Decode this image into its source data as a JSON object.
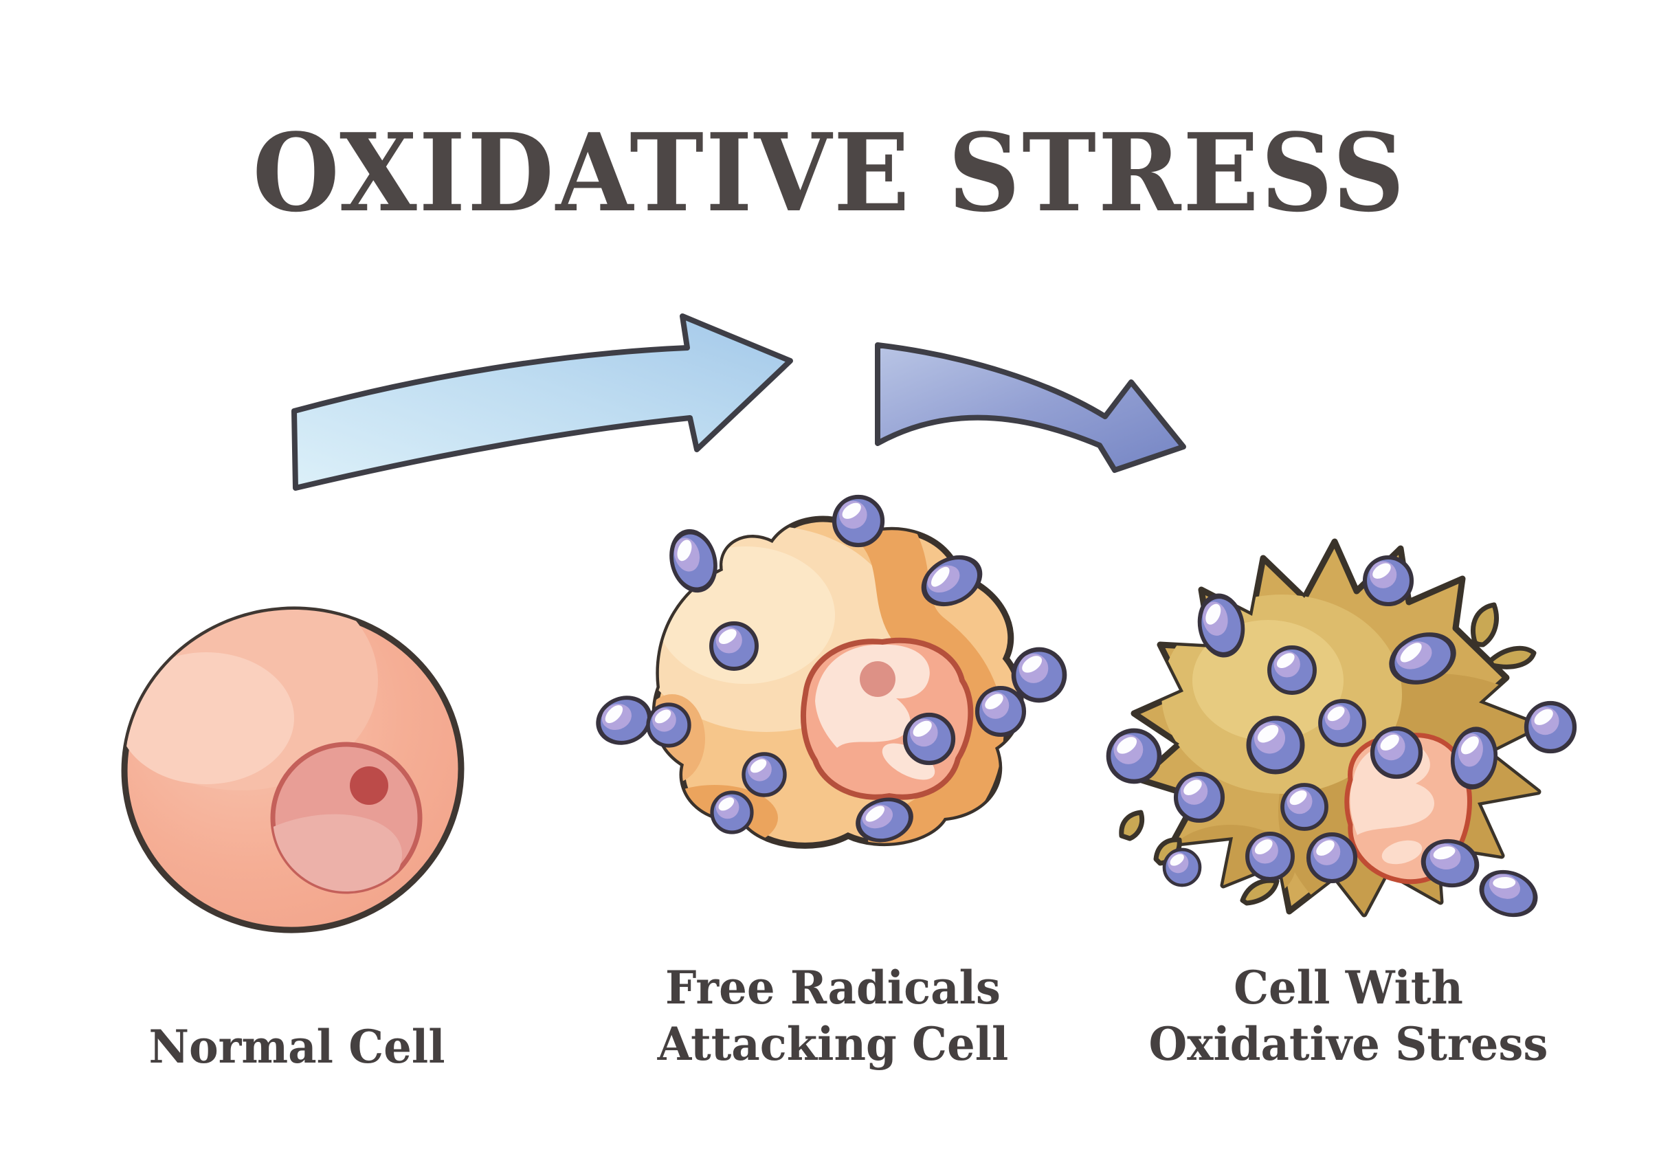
{
  "title": "OXIDATIVE STRESS",
  "stages": [
    {
      "name": "normal-cell",
      "caption_lines": [
        "Normal Cell"
      ]
    },
    {
      "name": "free-radicals-attacking-cell",
      "caption_lines": [
        "Free Radicals",
        "Attacking Cell"
      ]
    },
    {
      "name": "cell-with-oxidative-stress",
      "caption_lines": [
        "Cell With",
        "Oxidative Stress"
      ]
    }
  ],
  "arrows": [
    {
      "name": "normal-to-attacked",
      "direction": "curves-up-right",
      "color_start": "#d9eef8",
      "color_end": "#a3c8e9"
    },
    {
      "name": "attacked-to-stressed",
      "direction": "curves-down-right",
      "color_start": "#b6c2e3",
      "color_end": "#7585c4"
    }
  ],
  "palette": {
    "background": "#ffffff",
    "title_text": "#4d4746",
    "caption_text": "#454040",
    "outline": "#3a332d",
    "normal_cell_body": "#f4ab91",
    "normal_cell_highlight": "#fad0be",
    "normal_nucleus": "#e89e96",
    "normal_nucleus_border": "#c4605a",
    "normal_nucleolus": "#bc4b49",
    "attacked_cell_body": "#f6c68b",
    "attacked_cell_shadow": "#eba45d",
    "attacked_cell_highlight": "#fce7c6",
    "attacked_nucleus": "#f5aa8f",
    "attacked_nucleus_border": "#b5503c",
    "attacked_nucleus_patch": "#fce3d6",
    "attacked_nucleolus": "#dd9186",
    "stressed_cell_body": "#d2aa58",
    "stressed_cell_shadow": "#c79d4c",
    "stressed_cell_highlight": "#e7cb80",
    "stressed_nucleus": "#f6b79b",
    "stressed_nucleus_border": "#c04c34",
    "stressed_nucleus_patch": "#fcdccb",
    "free_radical": "#7c85cb",
    "free_radical_light": "#b3a5dd",
    "free_radical_shine": "#ffffff",
    "debris": "#c9a854"
  }
}
